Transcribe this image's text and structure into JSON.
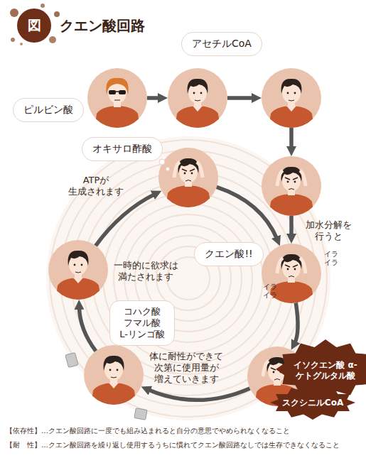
{
  "diagram": {
    "title": "クエン酸回路",
    "nodes": [
      {
        "text": [
          "ピルビン酸"
        ]
      },
      {
        "text": [
          "アセチルCoA"
        ]
      },
      {
        "text": []
      },
      {
        "text": []
      },
      {
        "text": [
          "クエン酸!!"
        ]
      },
      {
        "text": [
          "イソクエン酸 α-ケトグルタル酸",
          "スクシニルCoA"
        ]
      },
      {
        "text": [
          "コハク酸 フマル酸 L-リンゴ酸"
        ]
      },
      {
        "text": [
          "一時的に欲求は 満たされます"
        ]
      },
      {
        "text": [
          "オキサロ酢酸"
        ]
      }
    ],
    "edges": [
      {
        "from": 0,
        "to": 1,
        "arrow": "to"
      },
      {
        "from": 1,
        "to": 2,
        "arrow": "to"
      },
      {
        "from": 2,
        "to": 3,
        "arrow": "to"
      },
      {
        "from": 3,
        "to": 4,
        "label": "加水分解を 行うと",
        "arrow": "to"
      },
      {
        "from": 4,
        "to": 5,
        "arrow": "to"
      },
      {
        "from": 5,
        "to": 6,
        "label": "体に耐性ができて 次第に使用量が 増えていきます",
        "arrow": "to"
      },
      {
        "from": 6,
        "to": 7,
        "arrow": "to"
      },
      {
        "from": 7,
        "to": 8,
        "label": "ATPが 生成されます",
        "arrow": "to"
      },
      {
        "from": 8,
        "to": 4,
        "arrow": "to"
      }
    ],
    "labels": [
      "図",
      "イラ イラ",
      "イラ イラ",
      "【依存性】…クエン酸回路に一度でも組み込まれると自分の意思でやめられなくなること",
      "【耐　性】…クエン酸回路を繰り返し使用するうちに慣れてクエン酸回路なしでは生存できなくなること"
    ]
  }
}
